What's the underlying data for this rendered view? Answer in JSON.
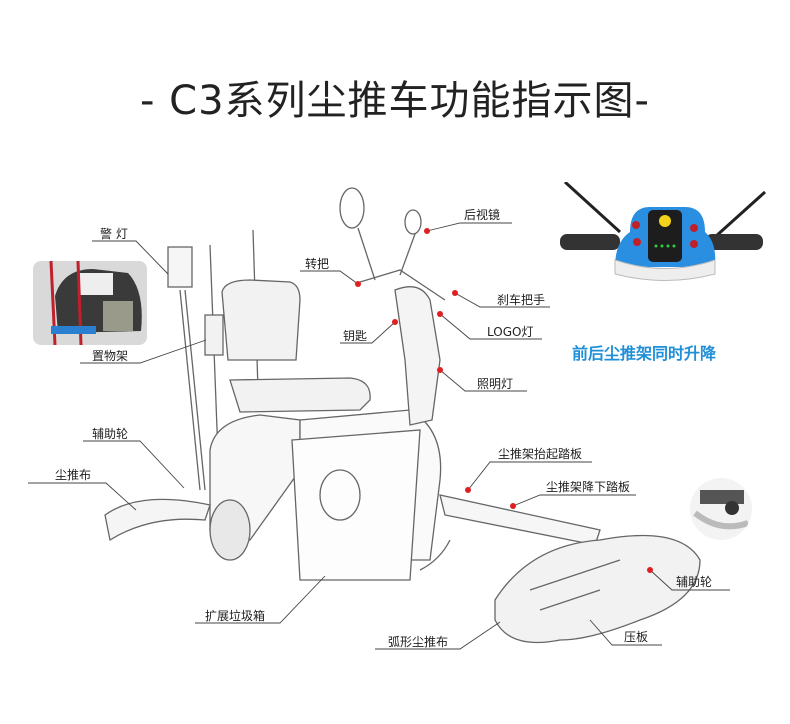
{
  "title": "- C3系列尘推车功能指示图-",
  "callouts": {
    "warning_light": "警 灯",
    "storage_rack": "置物架",
    "aux_wheel_left": "辅助轮",
    "dust_mop_left": "尘推布",
    "rear_mirror": "后视镜",
    "throttle": "转把",
    "brake_lever": "刹车把手",
    "key": "钥匙",
    "logo_light": "LOGO灯",
    "headlight": "照明灯",
    "lift_pedal": "尘推架抬起踏板",
    "lower_pedal": "尘推架降下踏板",
    "aux_wheel_right": "辅助轮",
    "press_plate": "压板",
    "arc_dust_mop": "弧形尘推布",
    "extended_bin": "扩展垃圾箱"
  },
  "feature_caption": "前后尘推架同时升降",
  "colors": {
    "accent_blue": "#1f8fd8",
    "marker_red": "#e02020",
    "console_blue": "#2a8fe0"
  }
}
